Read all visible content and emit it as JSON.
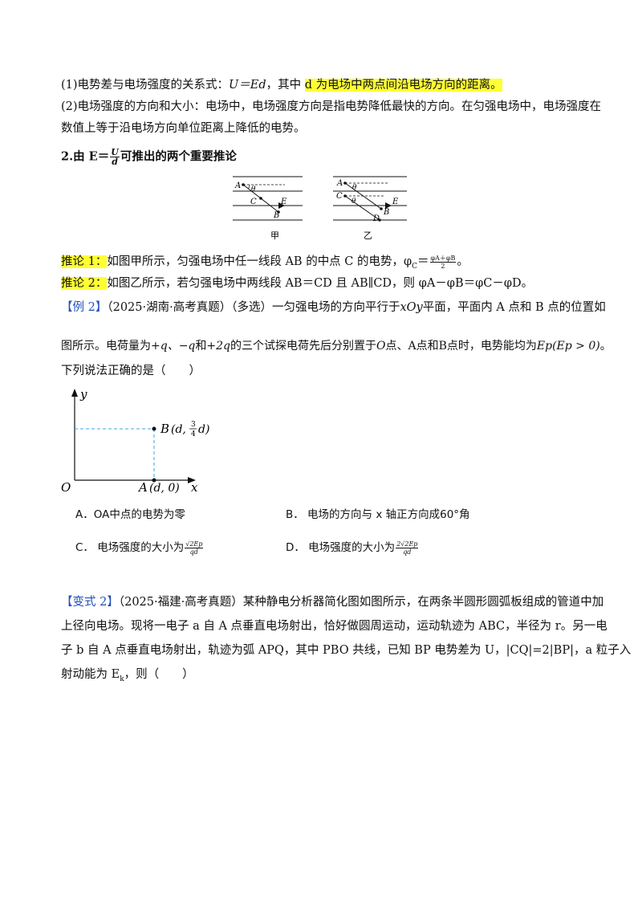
{
  "section1": {
    "line1_pre": "(1)电势差与电场强度的关系式：",
    "line1_formula": "U＝Ed",
    "line1_mid": "，其中 ",
    "line1_hl": "d 为电场中两点间沿电场方向的距离。",
    "line2": "(2)电场强度的方向和大小：电场中，电场强度方向是指电势降低最快的方向。在匀强电场中，电场强度在",
    "line3": "数值上等于沿电场方向单位距离上降低的电势。"
  },
  "section2": {
    "heading_pre": "2.由 E＝",
    "heading_num": "U",
    "heading_den": "d",
    "heading_post": "可推出的两个重要推论",
    "fig_labels": {
      "jia": "甲",
      "yi": "乙",
      "A": "A",
      "B": "B",
      "C": "C",
      "D": "D",
      "E": "E",
      "theta": "θ"
    }
  },
  "inference1": {
    "tag": "推论 1：",
    "text": "如图甲所示，匀强电场中任一线段 AB 的中点 C 的电势，φ",
    "sub": "C",
    "eq": "＝",
    "num": "φA＋φB",
    "den": "2",
    "end": "。"
  },
  "inference2": {
    "tag": "推论 2：",
    "text": "如图乙所示，若匀强电场中两线段 AB＝CD 且 AB∥CD，则 φA－φB＝φC－φD。"
  },
  "example2": {
    "tag": "【例 2】",
    "source": "（2025·湖南·高考真题）（多选）一匀强电场的方向平行于",
    "xoy": "xOy",
    "text1_end": "平面，平面内 A 点和 B 点的位置如",
    "line2_pre": "图所示。电荷量为",
    "charges": "+q、−q",
    "and": "和",
    "charge3": "+2q",
    "line2_mid": "的三个试探电荷先后分别置于",
    "line2_O": "O",
    "line2_pts": "点、A点和B点时，电势能均为",
    "ep": "Ep",
    "ep_cond": "(Ep > 0)",
    "line2_end": "。",
    "line3": "下列说法正确的是（　　）",
    "graph": {
      "y": "y",
      "x": "x",
      "O": "O",
      "B_label": "B",
      "B_coord_pre": "(d,",
      "B_num": "3",
      "B_den": "4",
      "B_coord_post": "d)",
      "A_label": "A",
      "A_coord": "(d, 0)"
    },
    "options": {
      "A": "A．OA中点的电势为零",
      "B": "B． 电场的方向与 x 轴正方向成60°角",
      "C_pre": "C． 电场强度的大小为",
      "C_num": "√2Ep",
      "C_den": "qd",
      "D_pre": "D． 电场强度的大小为",
      "D_num": "2√2Ep",
      "D_den": "qd"
    }
  },
  "variant2": {
    "tag": "【变式 2】",
    "line1": "（2025·福建·高考真题）某种静电分析器简化图如图所示，在两条半圆形圆弧板组成的管道中加",
    "line2": "上径向电场。现将一电子 a 自 A 点垂直电场射出，恰好做圆周运动，运动轨迹为 ABC，半径为 r。另一电",
    "line3": "子 b 自 A 点垂直电场射出，轨迹为弧 APQ，其中 PBO 共线，已知 BP 电势差为 U，|CQ|=2|BP|，a 粒子入",
    "line4_pre": "射动能为 E",
    "line4_sub": "k",
    "line4_post": "，则（　　）"
  }
}
